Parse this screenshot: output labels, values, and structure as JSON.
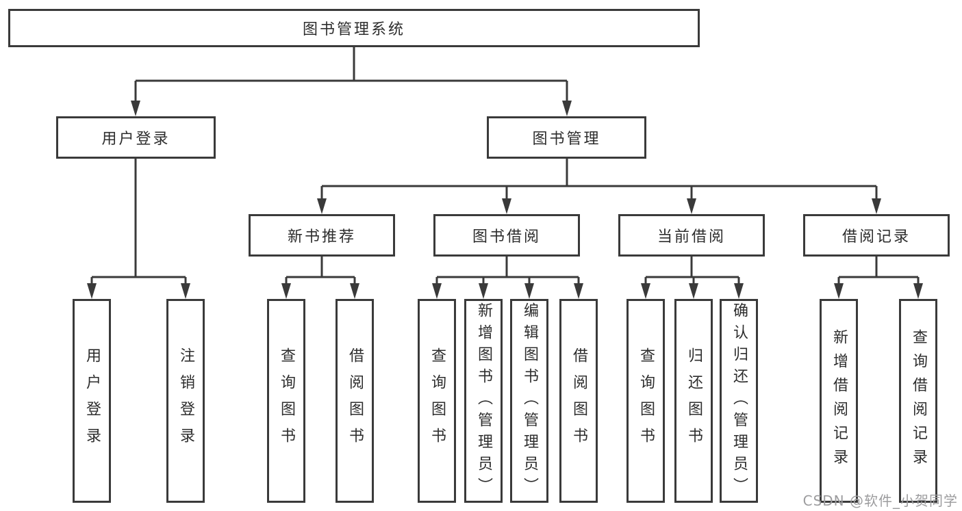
{
  "tree": {
    "root": {
      "label": "图书管理系统"
    },
    "branches": [
      {
        "label": "用户登录",
        "children": [
          {
            "label": "用户登录"
          },
          {
            "label": "注销登录"
          }
        ]
      },
      {
        "label": "图书管理",
        "children": [
          {
            "label": "新书推荐",
            "children": [
              {
                "label": "查询图书"
              },
              {
                "label": "借阅图书"
              }
            ]
          },
          {
            "label": "图书借阅",
            "children": [
              {
                "label": "查询图书"
              },
              {
                "label": "新增图书（管理员）"
              },
              {
                "label": "编辑图书（管理员）"
              },
              {
                "label": "借阅图书"
              }
            ]
          },
          {
            "label": "当前借阅",
            "children": [
              {
                "label": "查询图书"
              },
              {
                "label": "归还图书"
              },
              {
                "label": "确认归还（管理员）"
              }
            ]
          },
          {
            "label": "借阅记录",
            "children": [
              {
                "label": "新增借阅记录"
              },
              {
                "label": "查询借阅记录"
              }
            ]
          }
        ]
      }
    ]
  },
  "watermark": {
    "text": "CSDN @软件_小贺同学"
  },
  "colors": {
    "line": "#3a3a3a",
    "node_border": "#3a3a3a",
    "node_fill": "#ffffff",
    "node_text": "#2d2d2d",
    "background": "#ffffff",
    "watermark_text": "#9c9c9e"
  }
}
